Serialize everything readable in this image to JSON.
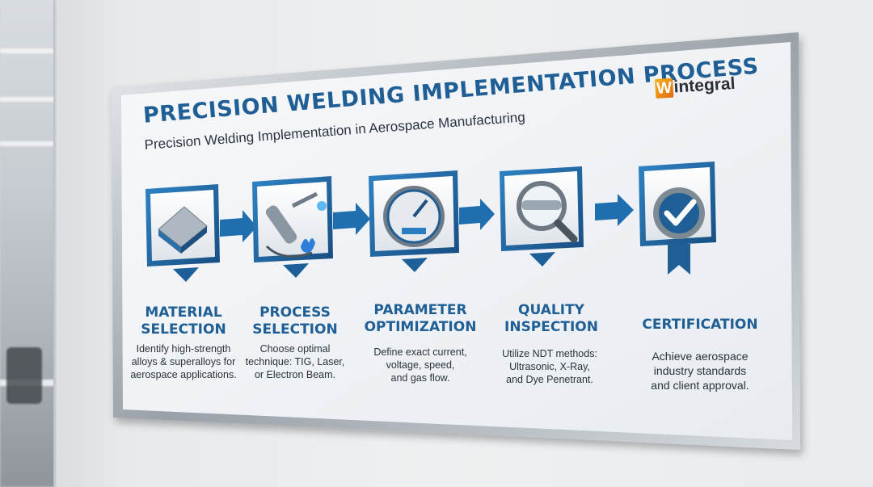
{
  "poster": {
    "title": "Precision Welding Implementation Process",
    "subtitle": "Precision Welding Implementation in Aerospace Manufacturing",
    "logo": {
      "mark": "W",
      "text": "integral",
      "colors": [
        "#f6b31b",
        "#e06a12"
      ]
    }
  },
  "steps": [
    {
      "title": "MATERIAL\nSELECTION",
      "description": "Identify high-strength\nalloys & superalloys for\naerospace applications.",
      "icon": "metal-plates-icon"
    },
    {
      "title": "PROCESS\nSELECTION",
      "description": "Choose optimal\ntechnique: TIG, Laser,\nor Electron Beam.",
      "icon": "welding-torch-icon"
    },
    {
      "title": "PARAMETER\nOPTIMIZATION",
      "description": "Define exact current,\nvoltage, speed,\nand gas flow.",
      "icon": "gauge-icon"
    },
    {
      "title": "QUALITY\nINSPECTION",
      "description": "Utilize NDT methods:\nUltrasonic, X-Ray,\nand Dye Penetrant.",
      "icon": "magnifier-icon"
    },
    {
      "title": "CERTIFICATION",
      "description": "Achieve aerospace\nindustry standards\nand client approval.",
      "icon": "certified-badge-icon"
    }
  ],
  "colors": {
    "brand_blue": "#1f5f95",
    "arrow_blue": "#1f6fb0",
    "frame_silver": "#b9bec3"
  }
}
